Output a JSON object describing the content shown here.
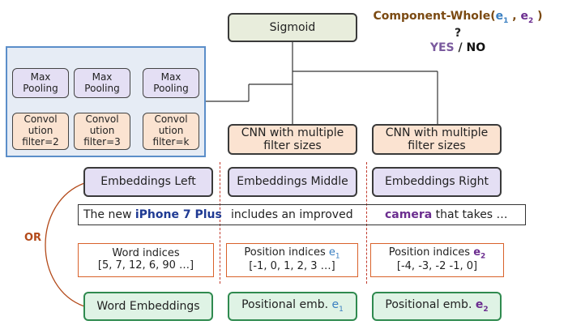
{
  "top": {
    "sigmoid": "Sigmoid",
    "relation_name": "Component-Whole(",
    "relation_e1": "e",
    "relation_e1_sub": "1",
    "relation_sep": " , ",
    "relation_e2": "e",
    "relation_e2_sub": "2",
    "relation_close": " )",
    "question_mark": "?",
    "answer_yes": "YES",
    "answer_sep": " / ",
    "answer_no": "NO"
  },
  "cnn_inner": {
    "max_pooling": [
      "Max Pooling",
      "Max Pooling",
      "Max Pooling"
    ],
    "convolution": [
      "Convol ution filter=2",
      "Convol ution filter=3",
      "Convol ution filter=k"
    ]
  },
  "cnn_blocks": [
    "CNN with multiple filter sizes",
    "CNN with multiple filter sizes"
  ],
  "embeddings": {
    "left": "Embeddings Left",
    "middle": "Embeddings Middle",
    "right": "Embeddings Right"
  },
  "sentence": {
    "part1": "The new ",
    "entity1": "iPhone 7 Plus",
    "part2": "includes an improved",
    "entity2": "camera",
    "part3": " that takes …"
  },
  "or_label": "OR",
  "indices": {
    "word_title": "Word indices",
    "word_values": "[5, 7, 12, 6, 90 …]",
    "pos1_title": "Position indices ",
    "pos1_e": "e",
    "pos1_sub": "1",
    "pos1_values": "[-1, 0, 1, 2, 3 …]",
    "pos2_title": "Position indices ",
    "pos2_e": "e",
    "pos2_sub": "2",
    "pos2_values": "[-4, -3, -2 -1, 0]"
  },
  "bottom_embeddings": {
    "word": "Word Embeddings",
    "pos1": "Positional emb. ",
    "pos1_e": "e",
    "pos1_sub": "1",
    "pos2": "Positional emb. ",
    "pos2_e": "e",
    "pos2_sub": "2"
  },
  "colors": {
    "entity1": "#1f3a93",
    "entity2": "#6b2d8f",
    "e1_color": "#3a7fc1",
    "e2_color": "#6b2d8f",
    "relation_color": "#7b4a12",
    "yes_color": "#7a5a9e",
    "or_color": "#b34a1a",
    "accent_orange": "#d9622b",
    "frame_blue": "#5b8ec9"
  }
}
